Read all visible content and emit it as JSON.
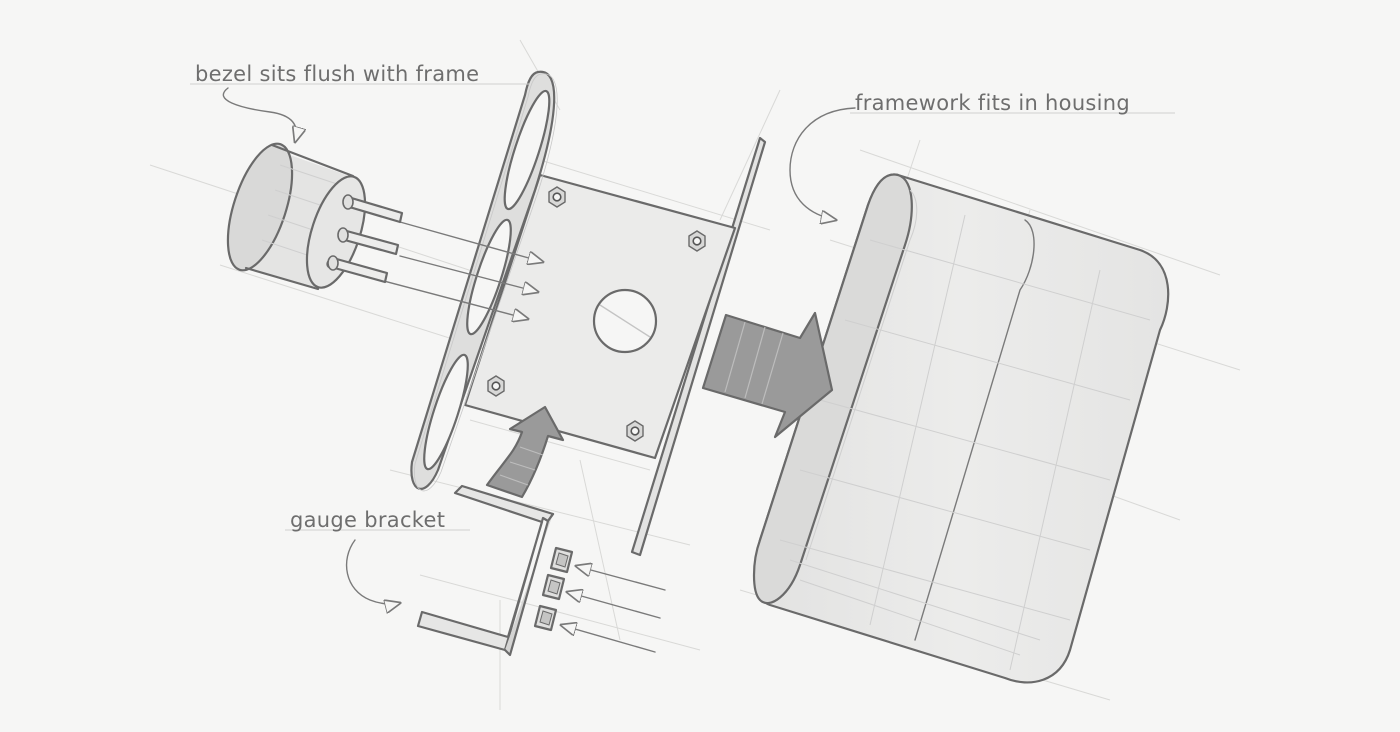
{
  "labels": {
    "bezel": "bezel sits flush with frame",
    "framework": "framework fits in housing",
    "gauge": "gauge bracket"
  },
  "colors": {
    "background": "#f6f6f5",
    "ink": "#6a6a6a",
    "light_fill": "#ebebea",
    "arrow_fill": "#9a9a9a",
    "label_text": "#6e6e6e"
  }
}
